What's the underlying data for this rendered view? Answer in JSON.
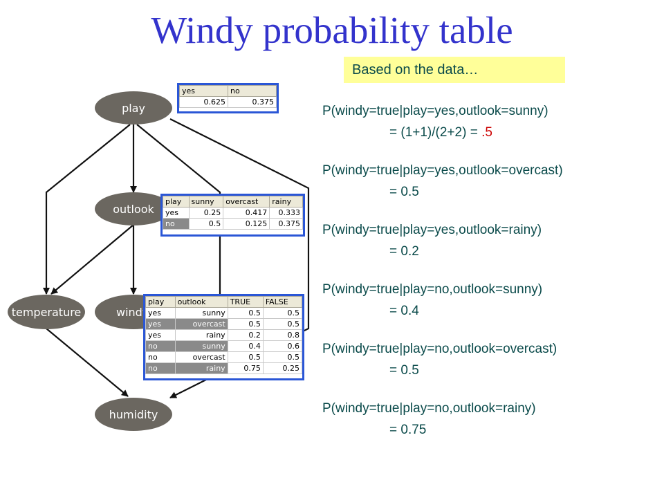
{
  "title": "Windy probability table",
  "note": "Based on the data…",
  "graph": {
    "nodes": {
      "play": "play",
      "outlook": "outlook",
      "temperature": "temperature",
      "windy": "windy",
      "humidity": "humidity"
    }
  },
  "tables": {
    "play": {
      "headers": [
        "yes",
        "no"
      ],
      "values": [
        "0.625",
        "0.375"
      ]
    },
    "outlook": {
      "headers": [
        "play",
        "sunny",
        "overcast",
        "rainy"
      ],
      "rows": [
        {
          "play": "yes",
          "sunny": "0.25",
          "overcast": "0.417",
          "rainy": "0.333"
        },
        {
          "play": "no",
          "sunny": "0.5",
          "overcast": "0.125",
          "rainy": "0.375"
        }
      ]
    },
    "windy": {
      "headers": [
        "play",
        "outlook",
        "TRUE",
        "FALSE"
      ],
      "rows": [
        {
          "play": "yes",
          "outlook": "sunny",
          "true": "0.5",
          "false": "0.5"
        },
        {
          "play": "yes",
          "outlook": "overcast",
          "true": "0.5",
          "false": "0.5"
        },
        {
          "play": "yes",
          "outlook": "rainy",
          "true": "0.2",
          "false": "0.8"
        },
        {
          "play": "no",
          "outlook": "sunny",
          "true": "0.4",
          "false": "0.6"
        },
        {
          "play": "no",
          "outlook": "overcast",
          "true": "0.5",
          "false": "0.5"
        },
        {
          "play": "no",
          "outlook": "rainy",
          "true": "0.75",
          "false": "0.25"
        }
      ]
    }
  },
  "equations": [
    {
      "expr": "P(windy=true|play=yes,outlook=sunny)",
      "result_prefix": "= (1+1)/(2+2) = ",
      "result_value": ".5"
    },
    {
      "expr": "P(windy=true|play=yes,outlook=overcast)",
      "result_prefix": "= 0.5",
      "result_value": ""
    },
    {
      "expr": "P(windy=true|play=yes,outlook=rainy)",
      "result_prefix": "= 0.2",
      "result_value": ""
    },
    {
      "expr": "P(windy=true|play=no,outlook=sunny)",
      "result_prefix": "= 0.4",
      "result_value": ""
    },
    {
      "expr": "P(windy=true|play=no,outlook=overcast)",
      "result_prefix": "= 0.5",
      "result_value": ""
    },
    {
      "expr": "P(windy=true|play=no,outlook=rainy)",
      "result_prefix": "= 0.75",
      "result_value": ""
    }
  ],
  "colors": {
    "title": "#3333cc",
    "node": "#6b6760",
    "table_border": "#2a56d6",
    "highlight": "#cc0000",
    "note_bg": "#ffff99"
  }
}
